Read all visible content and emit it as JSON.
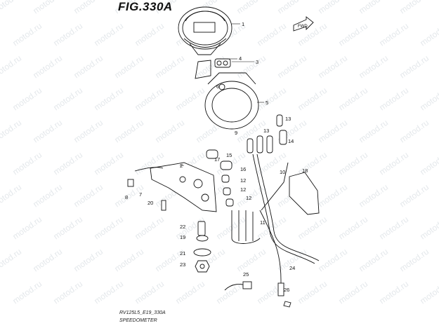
{
  "figure": {
    "title": "FIG.330A",
    "model_code": "RV125L5_E19_330A",
    "name": "SPEEDOMETER",
    "fwd_label": "FWD"
  },
  "watermark": "motod.ru",
  "callouts": [
    "1",
    "2",
    "3",
    "4",
    "5",
    "6",
    "7",
    "8",
    "9",
    "10",
    "11",
    "12",
    "12",
    "12",
    "13",
    "13",
    "14",
    "15",
    "16",
    "17",
    "18",
    "19",
    "20",
    "21",
    "22",
    "23",
    "24",
    "25",
    "26"
  ]
}
